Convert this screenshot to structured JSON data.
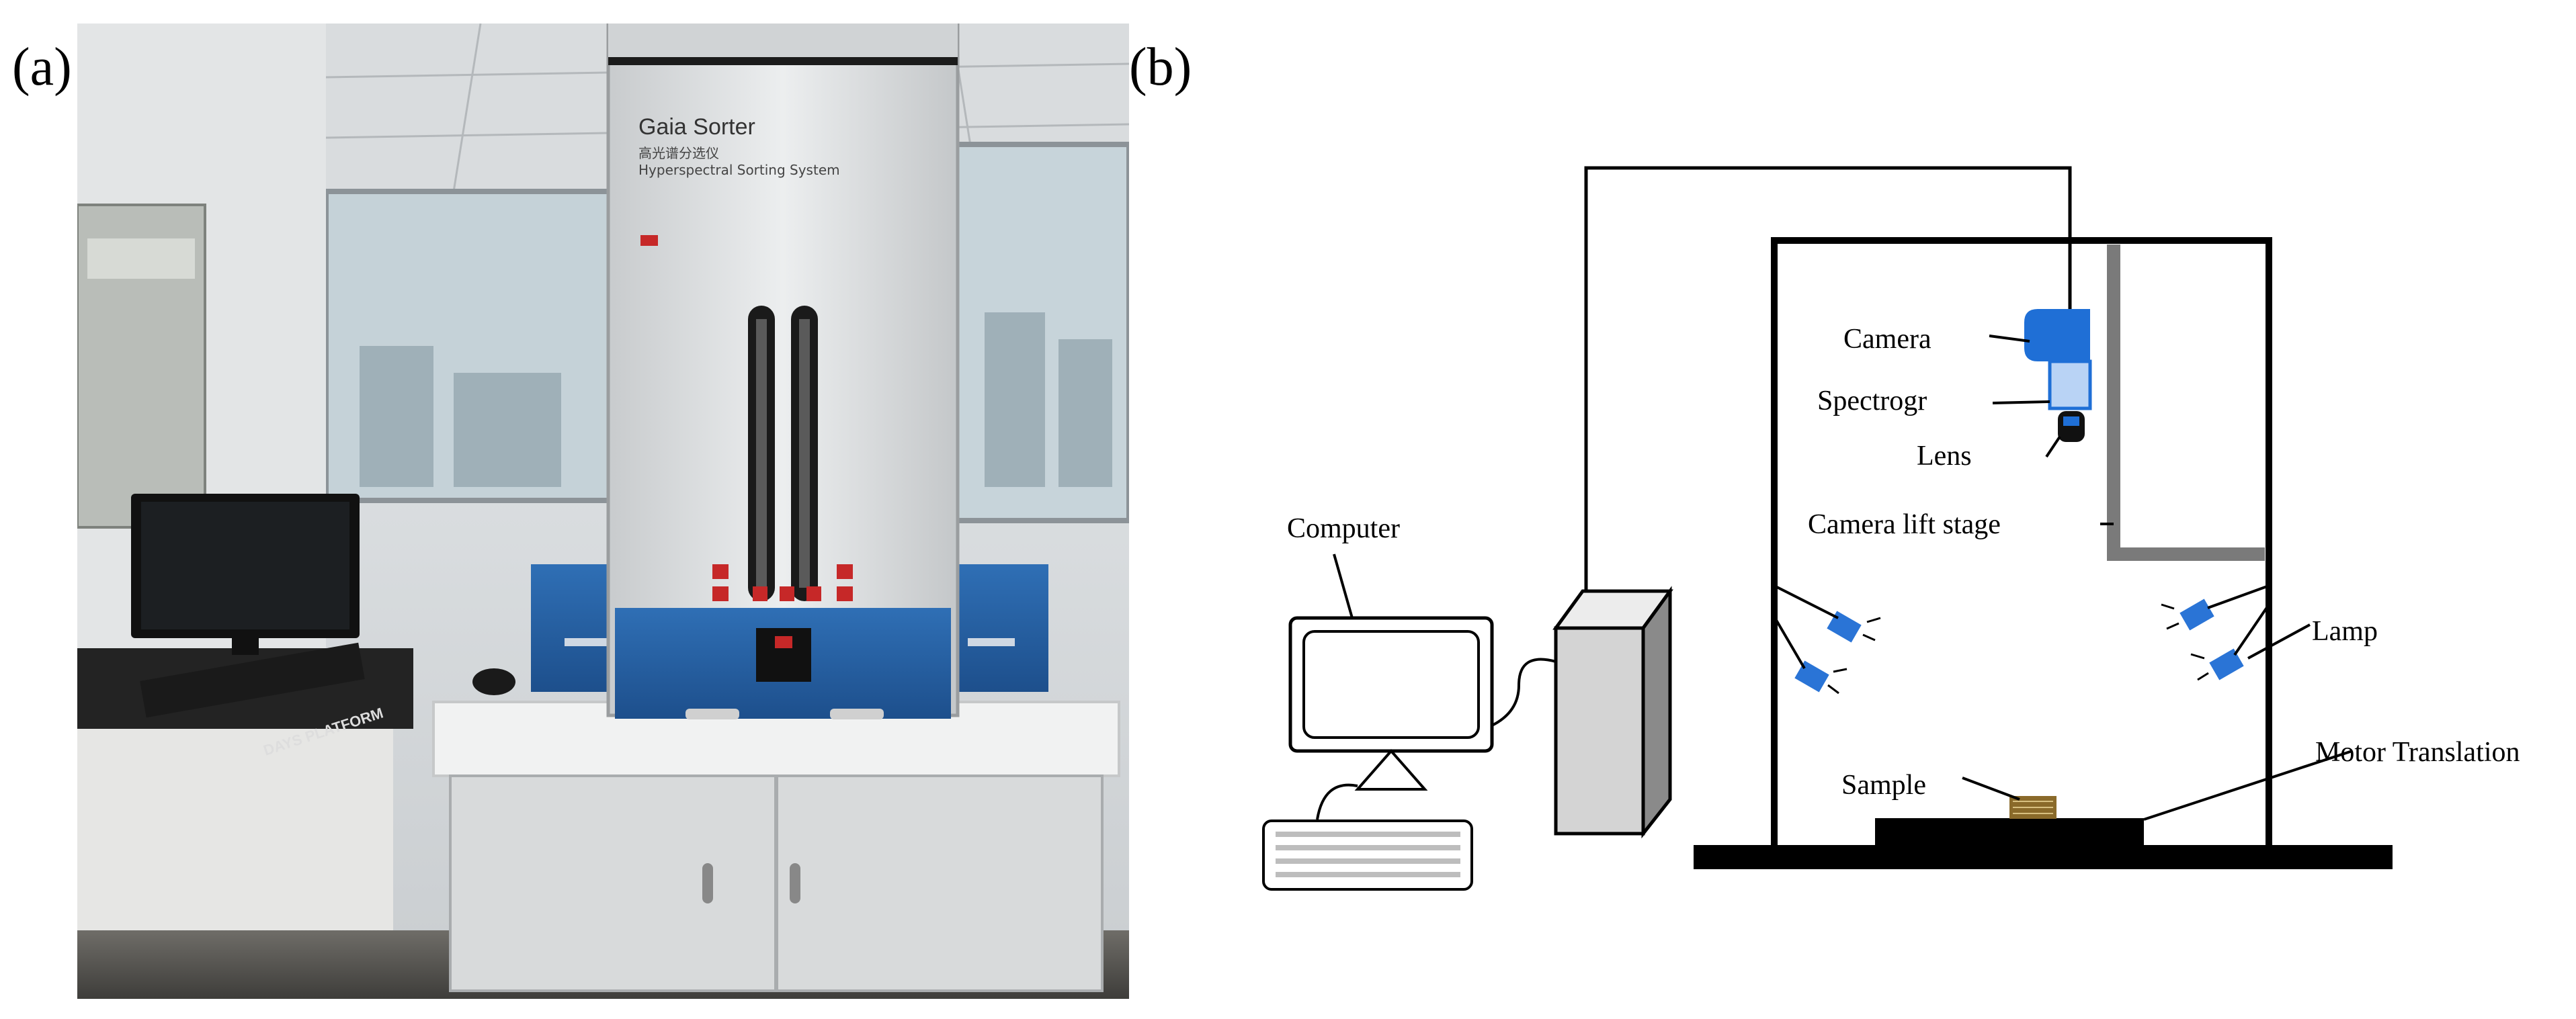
{
  "panels": {
    "a": {
      "label": "(a)"
    },
    "b": {
      "label": "(b)"
    }
  },
  "photo": {
    "device_brand": "Gaia Sorter",
    "device_name_cn": "高光谱分选仪",
    "device_name_en": "Hyperspectral Sorting System",
    "platform_text": "DAYS PLATFORM"
  },
  "diagram": {
    "labels": {
      "camera": "Camera",
      "spectrograph": "Spectrogr",
      "lens": "Lens",
      "camera_lift_stage": "Camera lift stage",
      "computer": "Computer",
      "lamp": "Lamp",
      "sample": "Sample",
      "motor_translation": "Motor Translation"
    },
    "colors": {
      "camera": "#1f6fd6",
      "spectrograph": "#b9d3f5",
      "lamp": "#2a74d6",
      "lift_stage": "#808080",
      "tower": "#d4d4d4",
      "tower_side": "#8a8a8a"
    }
  }
}
